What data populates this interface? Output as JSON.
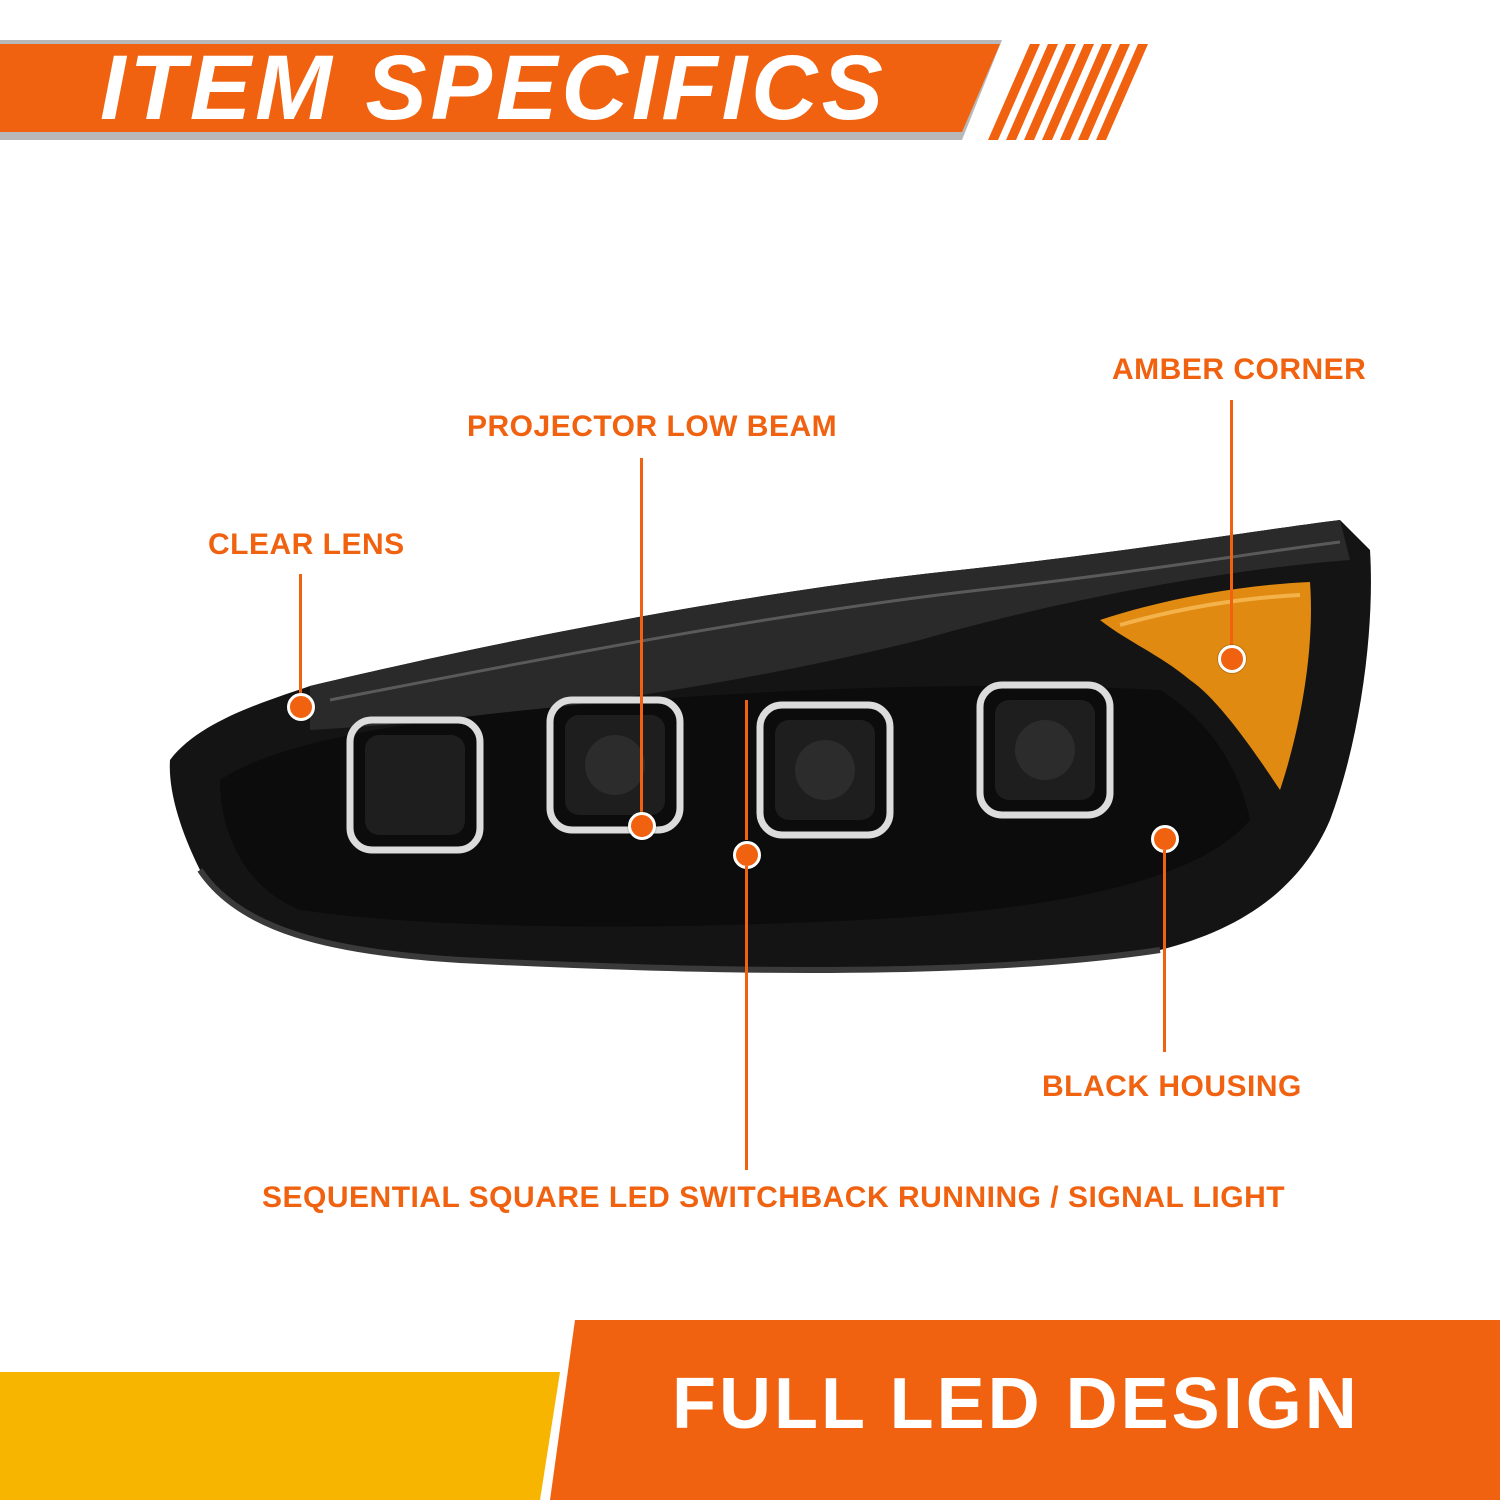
{
  "header": {
    "title": "ITEM SPECIFICS"
  },
  "callouts": {
    "amber_corner": "AMBER CORNER",
    "projector_low_beam": "PROJECTOR LOW BEAM",
    "clear_lens": "CLEAR LENS",
    "black_housing": "BLACK HOUSING",
    "sequential_led": "SEQUENTIAL SQUARE LED SWITCHBACK RUNNING / SIGNAL LIGHT"
  },
  "footer": {
    "text": "FULL LED DESIGN"
  },
  "colors": {
    "accent": "#f0620f",
    "yellow": "#f7b500",
    "housing": "#151515",
    "amber": "#e08a12"
  }
}
